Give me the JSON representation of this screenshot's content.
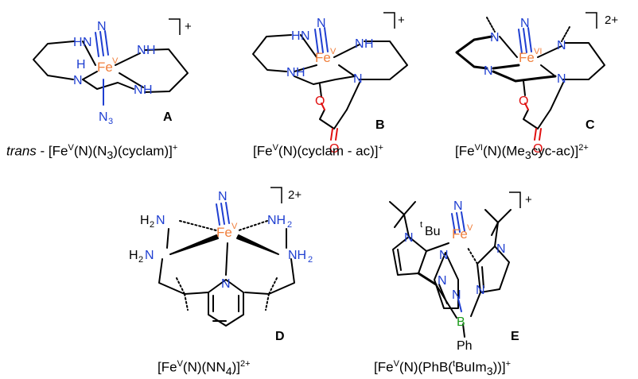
{
  "structures": {
    "A": {
      "label": "A",
      "charge": "+",
      "metal": "Fe",
      "ox": "V",
      "atoms": {
        "n_top": "N",
        "nh_tl": "N",
        "nh_tl_h": "H",
        "nh_tr": "N",
        "nh_tr_h": "H",
        "nh_bl": "N",
        "nh_bl_h": "H",
        "nh_br": "N",
        "nh_br_h": "H",
        "azide": "N",
        "azide_sub": "3"
      },
      "caption": {
        "prefix": "trans",
        "dash": " - [Fe",
        "ox": "V",
        "body": "(N)(N",
        "sub": "3",
        "tail": ")(cyclam)]",
        "charge": "+"
      }
    },
    "B": {
      "label": "B",
      "charge": "+",
      "metal": "Fe",
      "ox": "V",
      "atoms": {
        "n_top": "N",
        "nh_tl": "N",
        "nh_tl_h": "H",
        "nh_tr": "N",
        "nh_tr_h": "H",
        "nh_bl": "N",
        "nh_bl_h": "H",
        "n_br": "N",
        "o_ring": "O",
        "o_carbonyl": "O"
      },
      "caption": {
        "lead": "[Fe",
        "ox": "V",
        "tail": "(N)(cyclam - ac)]",
        "charge": "+"
      }
    },
    "C": {
      "label": "C",
      "charge": "2+",
      "metal": "Fe",
      "ox": "VI",
      "atoms": {
        "n_top": "N",
        "n_tl": "N",
        "n_tr": "N",
        "n_bl": "N",
        "n_br": "N",
        "o_ring": "O",
        "o_carbonyl": "O"
      },
      "caption": {
        "lead": "[Fe",
        "ox": "VI",
        "body": "(N)(Me",
        "sub": "3",
        "tail": "cyc-ac)]",
        "charge": "2+"
      }
    },
    "D": {
      "label": "D",
      "charge": "2+",
      "metal": "Fe",
      "ox": "V",
      "atoms": {
        "n_top": "N",
        "nh2_tl": "H",
        "nh2_tl_n": "N",
        "nh2_tl_sub": "2",
        "nh2_tr": "NH",
        "nh2_tr_sub": "2",
        "nh2_bl": "H",
        "nh2_bl_n": "N",
        "nh2_bl_sub": "2",
        "nh2_br": "NH",
        "nh2_br_sub": "2",
        "n_py": "N"
      },
      "caption": {
        "lead": "[Fe",
        "ox": "V",
        "body": "(N)(NN",
        "sub": "4",
        "tail": ")]",
        "charge": "2+"
      }
    },
    "E": {
      "label": "E",
      "charge": "+",
      "metal": "Fe",
      "ox": "V",
      "atoms": {
        "n_top": "N",
        "tbu_sup": "t",
        "tbu": "Bu",
        "n_im_l1": "N",
        "n_im_l2": "N",
        "n_im_c1": "N",
        "n_im_c2": "N",
        "n_im_r1": "N",
        "n_im_r2": "N",
        "boron": "B",
        "phenyl": "Ph"
      },
      "caption": {
        "lead": "[Fe",
        "ox": "V",
        "body": "(N)(PhB(",
        "sup": "t",
        "tail": "BuIm",
        "sub": "3",
        "end": "))]",
        "charge": "+"
      }
    }
  }
}
